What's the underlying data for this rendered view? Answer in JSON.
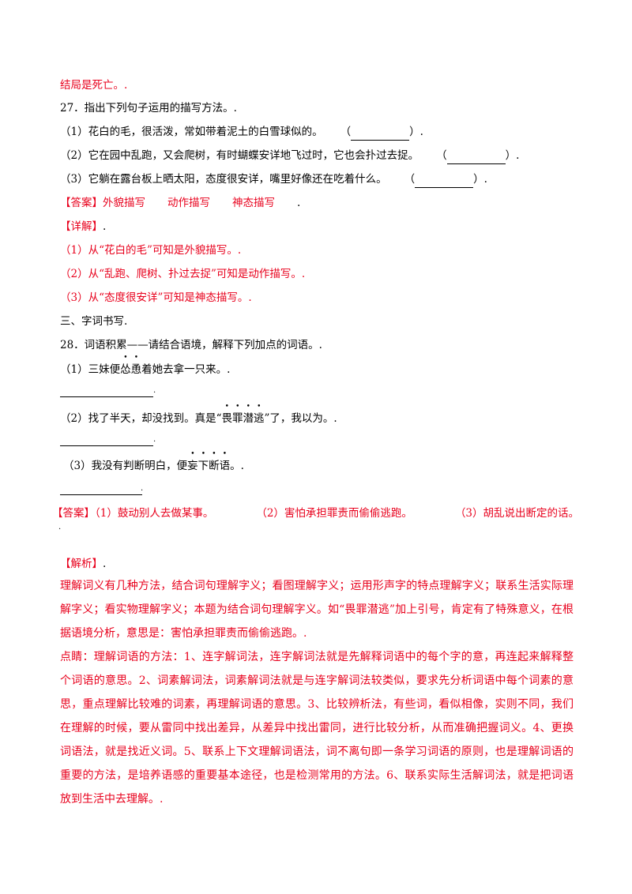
{
  "ending": "结局是死亡。.",
  "q27": {
    "title": "27．指出下列句子运用的描写方法。.",
    "items": [
      {
        "text": "（1）花白的毛，很活泼，常如带着泥土的白雪球似的。",
        "blank_open": "（",
        "blank_close": "）."
      },
      {
        "text": "（2）它在园中乱跑，又会爬树，有时蝴蝶安详地飞过时，它也会扑过去捉。",
        "blank_open": "（",
        "blank_close": "）."
      },
      {
        "text": "（3）它躺在露台板上晒太阳，态度很安详，嘴里好像还在吃着什么。",
        "blank_open": "（",
        "blank_close": "）."
      }
    ],
    "answer_tag": "【答案】",
    "answers": [
      "外貌描写",
      "动作描写",
      "神态描写"
    ],
    "answer_end": ".",
    "detail_tag": "【详解】",
    "detail_end": ".",
    "details": [
      "（1）从“花白的毛”可知是外貌描写。.",
      "（2）从“乱跑、爬树、扑过去捉”可知是动作描写。.",
      "（3）从“态度很安详”可知是神态描写。."
    ]
  },
  "section3": "三、字词书写.",
  "q28": {
    "title": "28．词语积累——请结合语境，解释下列加点的词语。.",
    "s1_pre": "（1）三妹便",
    "s1_dots": [
      "怂",
      "恿"
    ],
    "s1_post": "着她去拿一只来。.",
    "s2_pre": "（2）找了半天，却没找到。真是“",
    "s2_dots": [
      "畏",
      "罪",
      "潜",
      "逃"
    ],
    "s2_post": "”了，我以为。.",
    "s3_pre": "（3）我没有判断明白，便",
    "s3_dots": [
      "妄",
      "下",
      "断",
      "语"
    ],
    "s3_post": "。.",
    "blank_end": ".",
    "answer_tag": "【答案】",
    "answers": [
      "（1）鼓动别人去做某事。",
      "（2）害怕承担罪责而偷偷逃跑。",
      "（3）胡乱说出断定的话。"
    ],
    "stray": ".",
    "analysis_tag": "【解析】",
    "analysis_end": ".",
    "analysis": "理解词义有几种方法，结合词句理解字义；看图理解字义；运用形声字的特点理解字义；联系生活实际理解字义；看实物理解字义；本题为结合词句理解字义。如“畏罪潜逃”加上引号，肯定有了特殊意义，在根据语境分析，意思是：害怕承担罪责而偷偷逃跑。.",
    "tip": "点睛：理解词语的方法：1、连字解词法，连字解词法就是先解释词语中的每个字的意，再连起来解释整个词语的意思。2、词素解词法，词素解词法就是与连字解词法较类似，要求先分析词语中每个词素的意思，重点理解比较难的词素，再理解词语的意思。3、比较辨析法，有些词，看似相像，实则不同，我们在理解的时候，要从雷同中找出差异，从差异中找出雷同，进行比较分析，从而准确把握词义。4、更换词语法，就是找近义词。5、联系上下文理解词语法，词不离句即一条学习词语的原则，也是理解词语的重要的方法，是培养语感的重要基本途径，也是检测常用的方法。6、联系实际生活解词法，就是把词语放到生活中去理解。."
  },
  "colors": {
    "answer_red": "#e8001c",
    "text": "#000000"
  }
}
